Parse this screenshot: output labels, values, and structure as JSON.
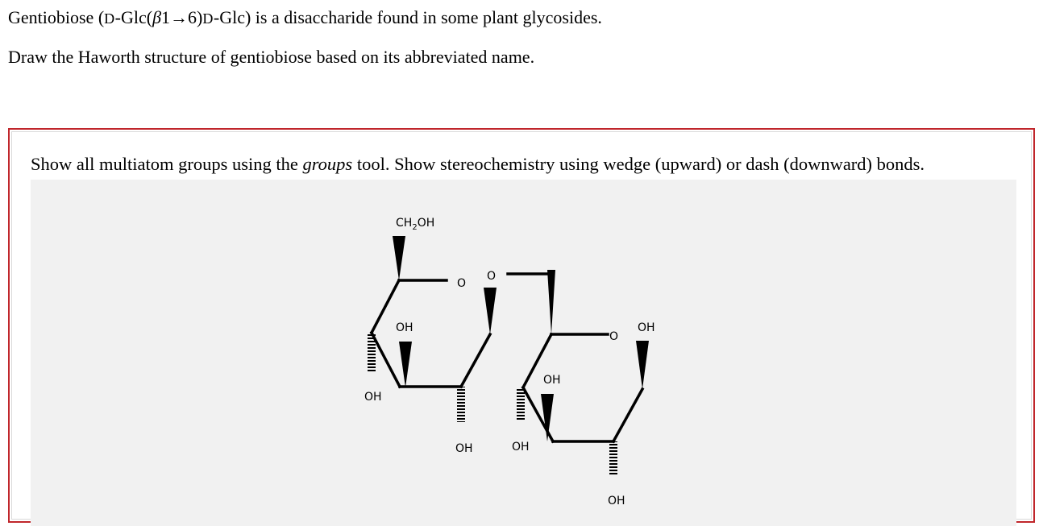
{
  "question": {
    "line1": {
      "prefix": "Gentiobiose (",
      "d1": "D",
      "glc1": "-Glc(",
      "beta": "β",
      "link": "1→6)",
      "d2": "D",
      "glc2": "-Glc) is a disaccharide found in some plant glycosides."
    },
    "line2": "Draw the Haworth structure of gentiobiose based on its abbreviated name."
  },
  "panel": {
    "instruction": {
      "before": "Show all multiatom groups using the ",
      "groups": "groups",
      "after": " tool. Show stereochemistry using wedge (upward) or dash (downward) bonds."
    }
  },
  "structure": {
    "ch2oh": {
      "main": "CH",
      "sub": "2",
      "tail": "OH"
    },
    "ring1_o": "O",
    "glyco_o": "O",
    "ring2_o": "O",
    "oh_r1_c2_top": "OH",
    "oh_r1_c3_bottom": "OH",
    "oh_r1_c2_bottom": "OH",
    "oh_r2_c4_top": "OH",
    "oh_r2_c4_bottom": "OH",
    "oh_r2_c1_top": "OH",
    "oh_r2_c2_bottom": "OH"
  }
}
